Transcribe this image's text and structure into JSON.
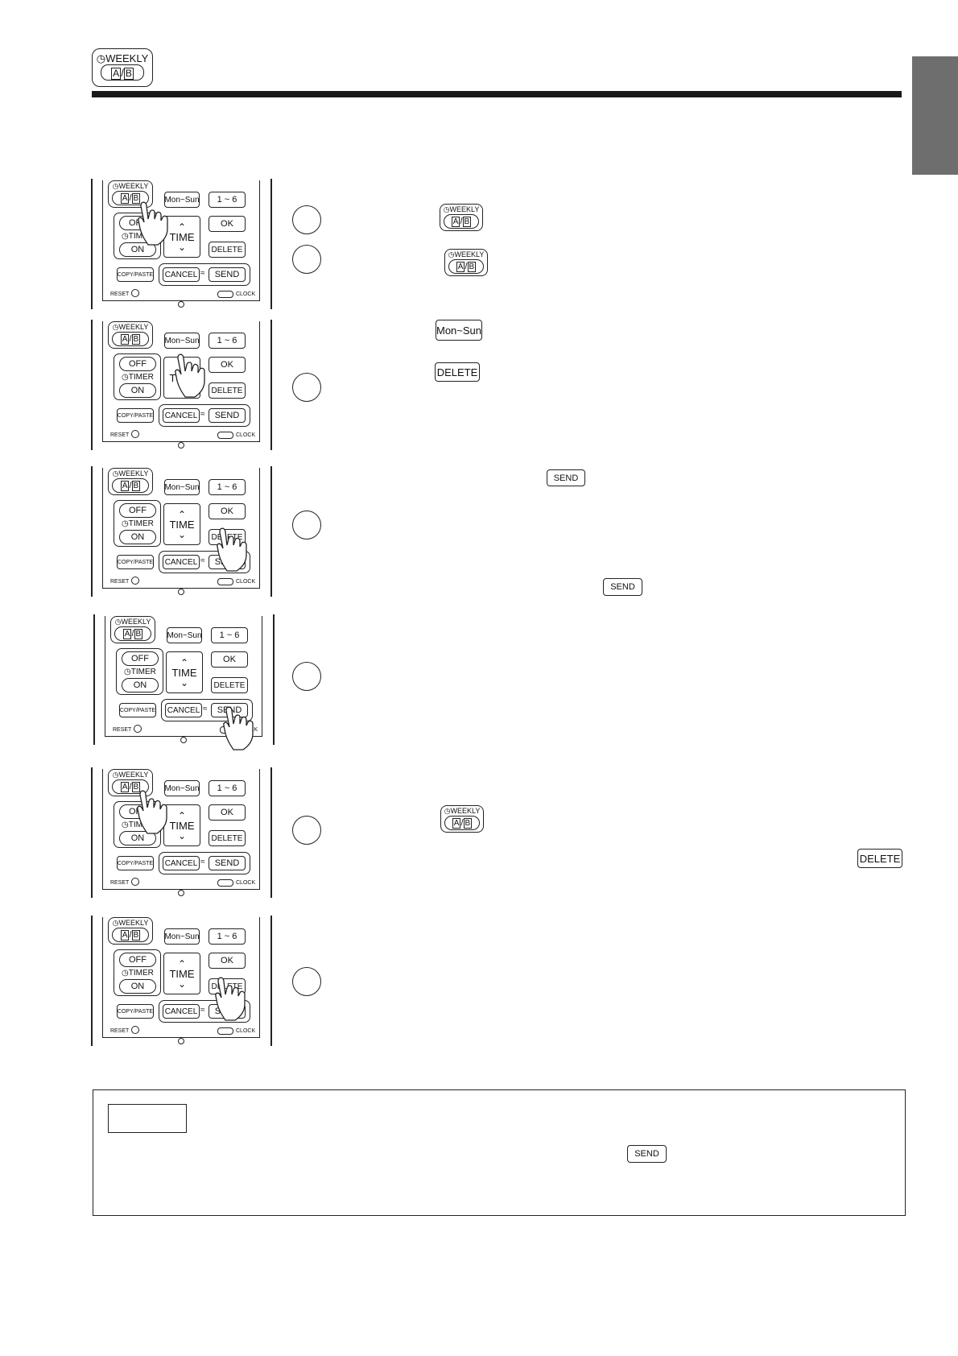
{
  "header": {
    "weekly_badge": {
      "title": "WEEKLY",
      "a": "A",
      "slash": "/",
      "b": "B"
    }
  },
  "remote": {
    "weekly": "WEEKLY",
    "a": "A",
    "slash": "/",
    "b": "B",
    "mon_sun": "Mon~Sun",
    "one_six": "1 ~ 6",
    "off": "OFF",
    "timer": "TIMER",
    "on": "ON",
    "time": "TIME",
    "ok": "OK",
    "delete": "DELETE",
    "copy_paste": "COPY/PASTE",
    "cancel": "CANCEL",
    "send": "SEND",
    "reset": "RESET",
    "clock": "CLOCK"
  },
  "keys": {
    "mon_sun": "Mon~Sun",
    "delete": "DELETE",
    "send": "SEND"
  },
  "colors": {
    "rule": "#1a1a1a",
    "side_tab": "#6e6e6e"
  }
}
